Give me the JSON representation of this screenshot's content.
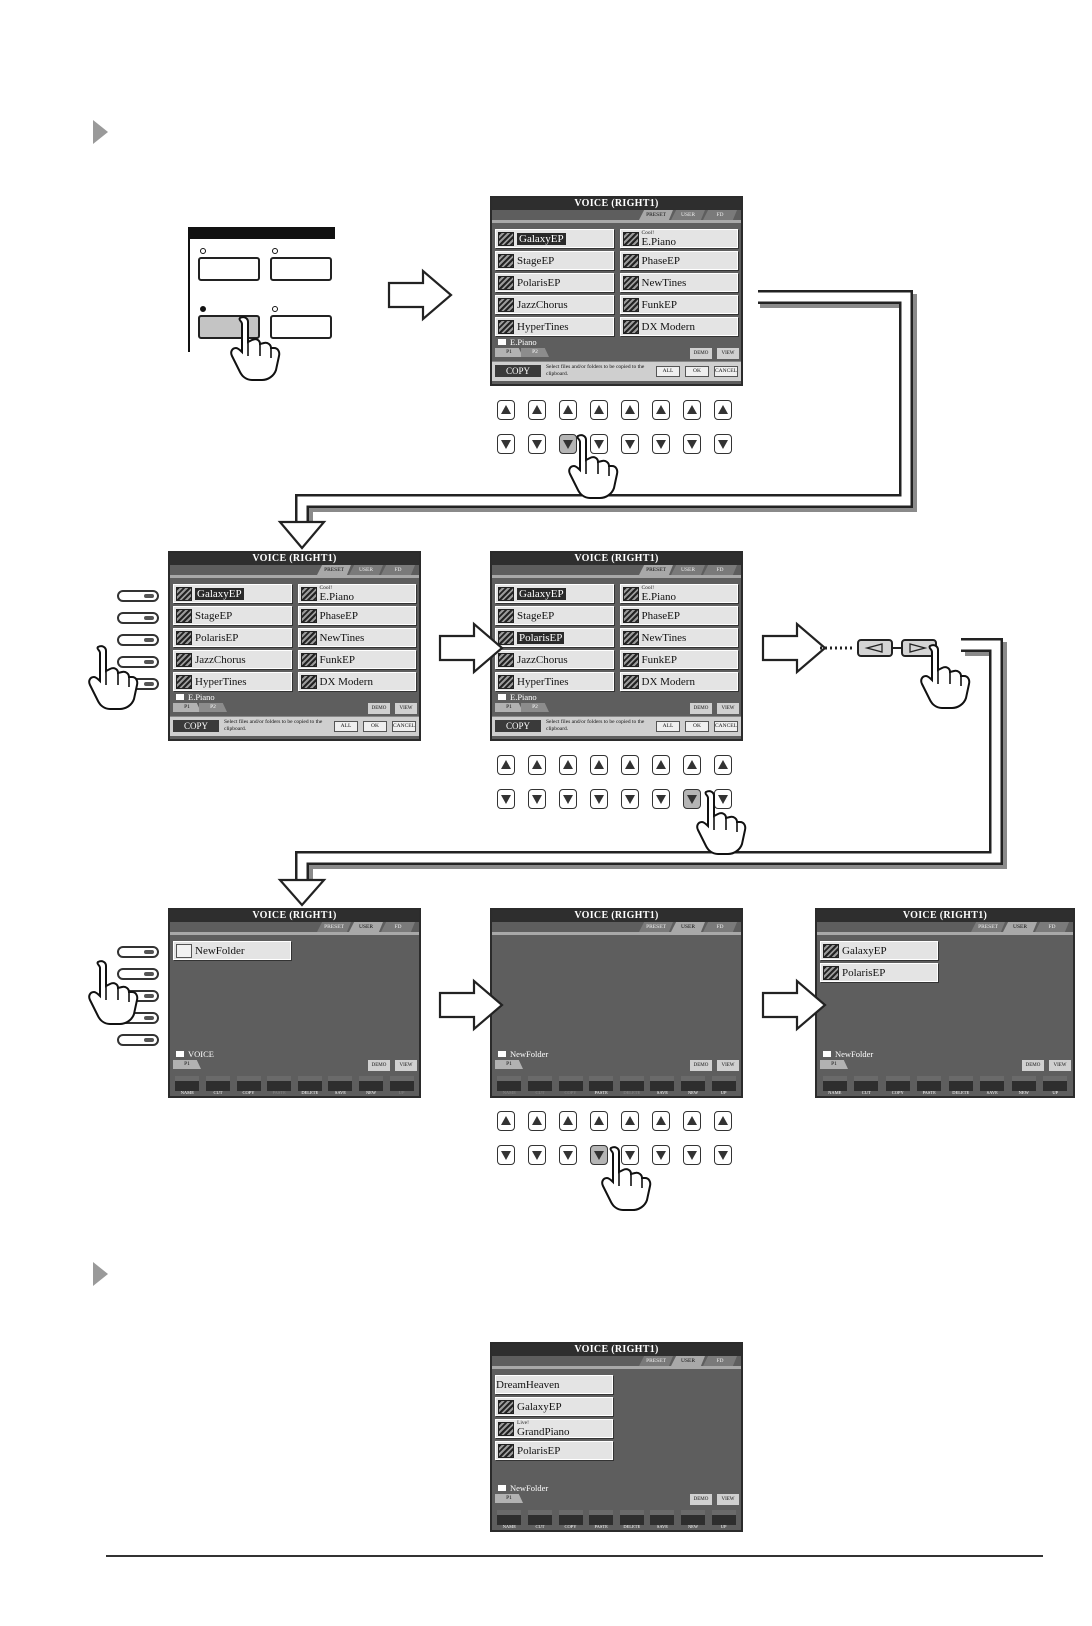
{
  "screen": {
    "title": "VOICE (RIGHT1)",
    "tabs": [
      "PRESET",
      "USER",
      "FD"
    ],
    "page_tabs": [
      "P1",
      "P2"
    ],
    "demo_label": "DEMO",
    "view_label": "VIEW",
    "copy_bar": {
      "label": "COPY",
      "message": "Select files and/or folders to be copied to the clipboard.",
      "buttons": [
        "ALL",
        "OK",
        "CANCEL"
      ]
    },
    "function_buttons": [
      "NAME",
      "CUT",
      "COPY",
      "PASTE",
      "DELETE",
      "SAVE",
      "NEW",
      "UP"
    ]
  },
  "preset_voices": [
    {
      "name": "GalaxyEP",
      "sub": ""
    },
    {
      "name": "E.Piano",
      "sub": "Cool!"
    },
    {
      "name": "StageEP",
      "sub": ""
    },
    {
      "name": "PhaseEP",
      "sub": ""
    },
    {
      "name": "PolarisEP",
      "sub": ""
    },
    {
      "name": "NewTines",
      "sub": ""
    },
    {
      "name": "JazzChorus",
      "sub": ""
    },
    {
      "name": "FunkEP",
      "sub": ""
    },
    {
      "name": "HyperTines",
      "sub": ""
    },
    {
      "name": "DX Modern",
      "sub": ""
    }
  ],
  "folder_path_preset": "E.Piano",
  "user_root": {
    "folder": "NewFolder",
    "path": "VOICE"
  },
  "new_folder_path": "NewFolder",
  "pasted_files": [
    "GalaxyEP",
    "PolarisEP"
  ],
  "final_files": [
    {
      "name": "DreamHeaven",
      "sub": ""
    },
    {
      "name": "GalaxyEP",
      "sub": ""
    },
    {
      "name": "GrandPiano",
      "sub": "Live!"
    },
    {
      "name": "PolarisEP",
      "sub": ""
    }
  ]
}
